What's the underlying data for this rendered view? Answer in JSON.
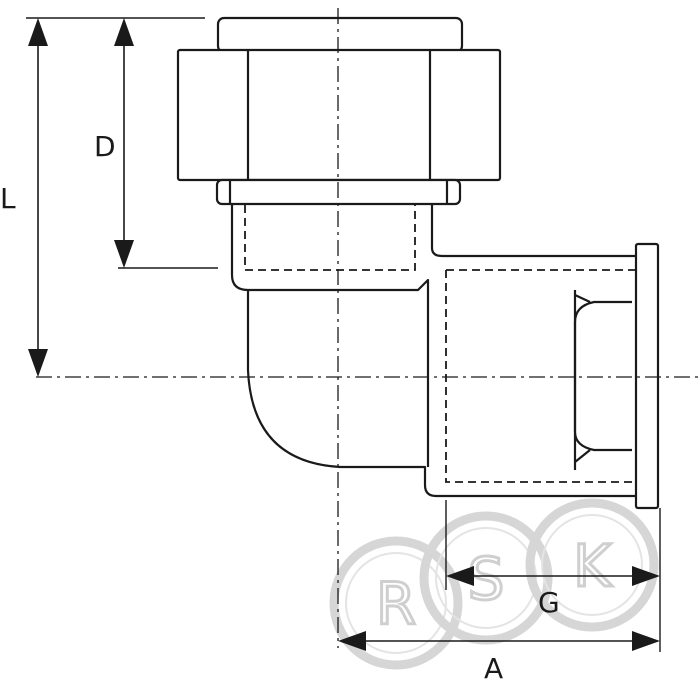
{
  "dimensions": {
    "L": "L",
    "D": "D",
    "G": "G",
    "A": "A"
  },
  "watermark": {
    "letters": [
      "R",
      "S",
      "K"
    ]
  },
  "colors": {
    "line": "#1a1a1a",
    "watermark": "#d6d6d6",
    "background": "#ffffff"
  }
}
